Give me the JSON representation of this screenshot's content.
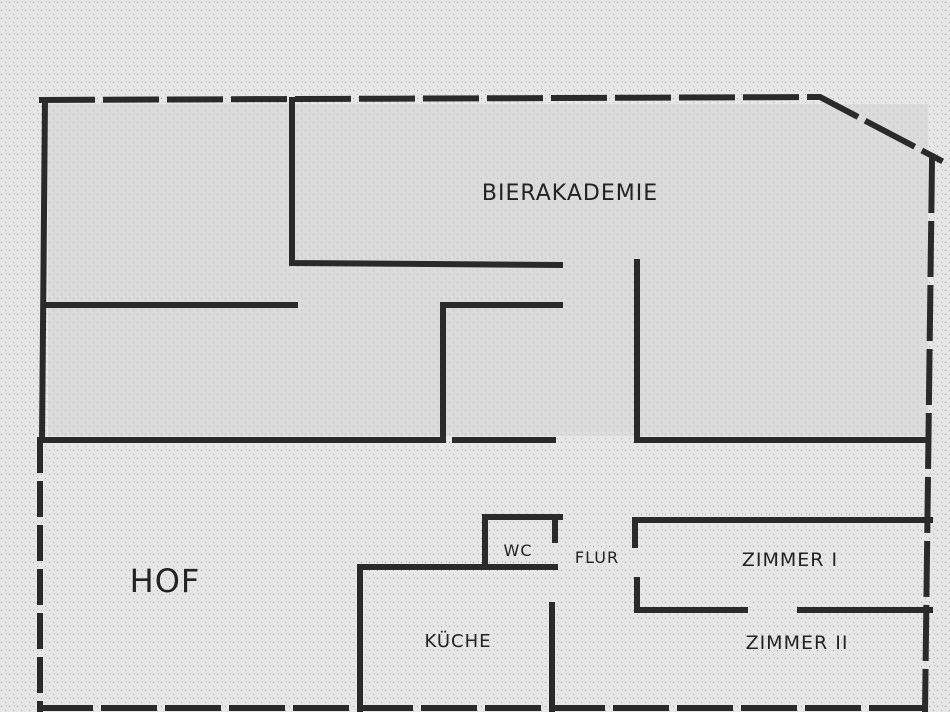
{
  "rooms": {
    "bierakademie": "BIERAKADEMIE",
    "hof": "HOF",
    "wc": "WC",
    "flur": "FLUR",
    "zimmer_1": "ZIMMER I",
    "kueche": "KÜCHE",
    "zimmer_2": "ZIMMER II"
  },
  "colors": {
    "wall": "#2a2a2a",
    "paper": "#e6e6e6"
  }
}
